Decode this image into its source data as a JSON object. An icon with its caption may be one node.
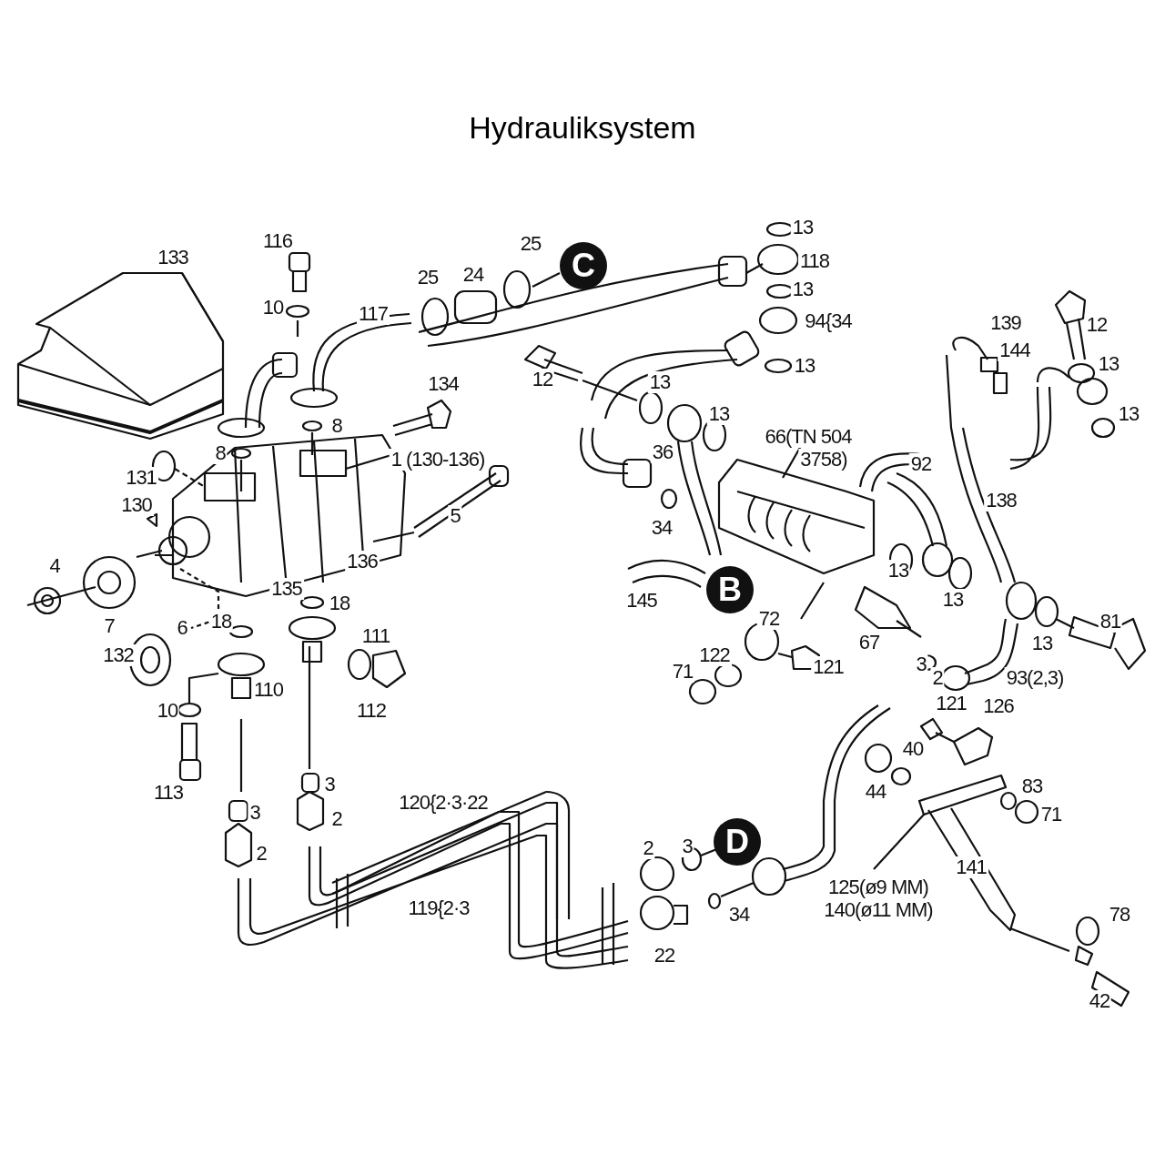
{
  "diagram": {
    "title": "Hydrauliksystem",
    "labels": [
      "116",
      "133",
      "25",
      "C",
      "13",
      "118",
      "25",
      "24",
      "13",
      "10",
      "117",
      "94{34",
      "139",
      "12",
      "144",
      "13",
      "13",
      "12",
      "134",
      "13",
      "13",
      "13",
      "8",
      "66(TN 504",
      "36",
      "8",
      "3758)",
      "92",
      "1 (130-136)",
      "131",
      "138",
      "130",
      "5",
      "34",
      "136",
      "13",
      "145",
      "B",
      "4",
      "135",
      "18",
      "13",
      "7",
      "6",
      "72",
      "67",
      "18",
      "111",
      "81",
      "122",
      "13",
      "71",
      "121",
      "3",
      "132",
      "2",
      "93(2,3)",
      "110",
      "10",
      "112",
      "121",
      "126",
      "40",
      "113",
      "3",
      "44",
      "83",
      "3",
      "120{2·3·22",
      "2",
      "71",
      "2",
      "3",
      "D",
      "2",
      "141",
      "119{2·3",
      "125(ø9 MM)",
      "78",
      "34",
      "140(ø11 MM)",
      "22",
      "42"
    ]
  }
}
